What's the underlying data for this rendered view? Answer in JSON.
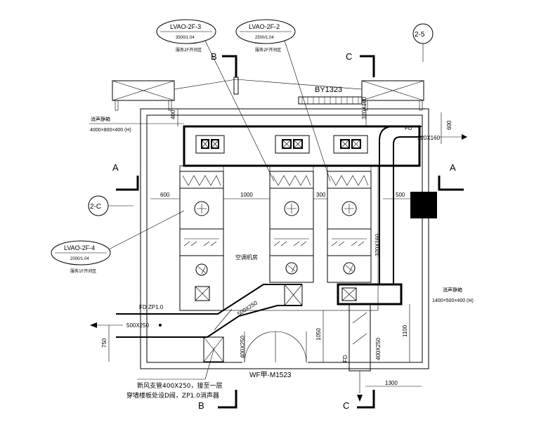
{
  "tags": [
    {
      "code": "LVAO-2F-3",
      "spec": "3500/1.04",
      "note": "服务2F开间区"
    },
    {
      "code": "LVAO-2F-2",
      "spec": "2500/1.04",
      "note": "服务2F开间区"
    },
    {
      "code": "LVAO-2F-4",
      "spec": "2000/1.04",
      "note": "服务1F开间区"
    }
  ],
  "grid": {
    "g25": "2-5",
    "g2c": "2-C"
  },
  "sections": {
    "a": "A",
    "b": "B",
    "c": "C"
  },
  "labels": {
    "by": "BY1323",
    "silencer_top": "消声静箱",
    "silencer_top_size": "4000×800×400 (H)",
    "silencer_right": "消声静箱",
    "silencer_right_size": "1400×500×400 (H)",
    "room": "空调机房",
    "door": "WF甲-M1523",
    "fd": "FD",
    "fd_zp": "FD  ZP1.0",
    "fd2": "FD",
    "duct_left": "500X250",
    "duct_diag": "500X250",
    "duct_vert": "400X250",
    "duct_right": "400X250",
    "duct_top": "320X160",
    "duct_riser": "320X160",
    "duct_up": "320X160",
    "note_line1": "新风支管400X250，接至一层",
    "note_line2": "穿墙楼板处设D阀，ZP1.0消声器"
  },
  "dims": {
    "d400": "400",
    "d600a": "600",
    "d1000": "1000",
    "d300": "300",
    "d500": "500",
    "d600b": "600",
    "d750": "750",
    "d1050": "1050",
    "d1100": "1100",
    "d1300": "1300"
  }
}
